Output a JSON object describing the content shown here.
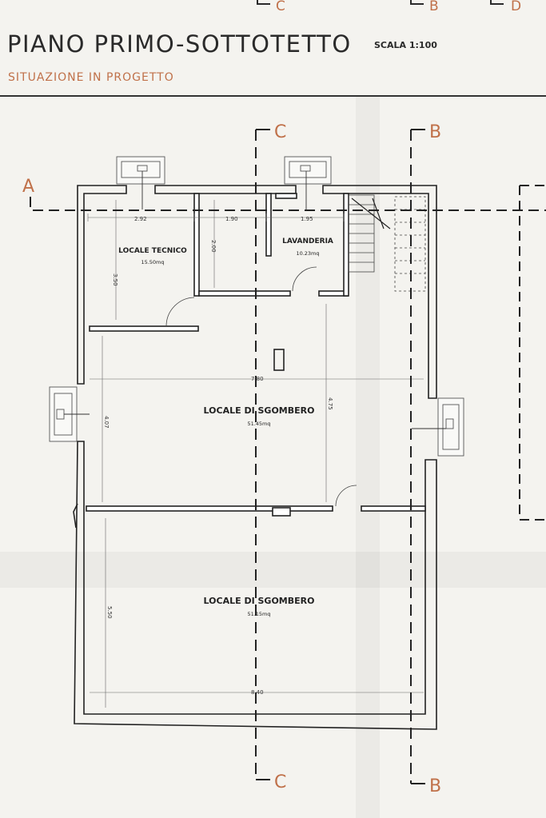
{
  "header": {
    "title": "PIANO PRIMO-SOTTOTETTO",
    "scale": "SCALA 1:100",
    "subtitle": "SITUAZIONE IN PROGETTO"
  },
  "top_markers": {
    "left": "C",
    "middle": "B",
    "right": "D"
  },
  "sections": {
    "a": {
      "label": "A"
    },
    "b_top": {
      "label": "B"
    },
    "b_bottom": {
      "label": "B"
    },
    "c_top": {
      "label": "C"
    },
    "c_bottom": {
      "label": "C"
    }
  },
  "rooms": {
    "tecnico": {
      "name": "LOCALE TECNICO",
      "area": "15.50mq"
    },
    "lavanderia": {
      "name": "LAVANDERIA",
      "area": "10.23mq"
    },
    "sgombero_1": {
      "name": "LOCALE DI SGOMBERO",
      "area": "51.45mq"
    },
    "sgombero_2": {
      "name": "LOCALE DI SGOMBERO",
      "area": "51.15mq"
    }
  },
  "dimensions": {
    "top_1": "2.92",
    "top_2": "1.90",
    "top_3": "1.95",
    "tecnico_h": "3.50",
    "lav_h": "2.00",
    "mid_w": "7.80",
    "mid_h": "4.75",
    "left_h": "4.07",
    "bottom_h": "5.50",
    "bottom_w": "8.40"
  },
  "colors": {
    "ink": "#2a2a2a",
    "accent": "#c0714a",
    "paper": "#f4f3ef"
  }
}
